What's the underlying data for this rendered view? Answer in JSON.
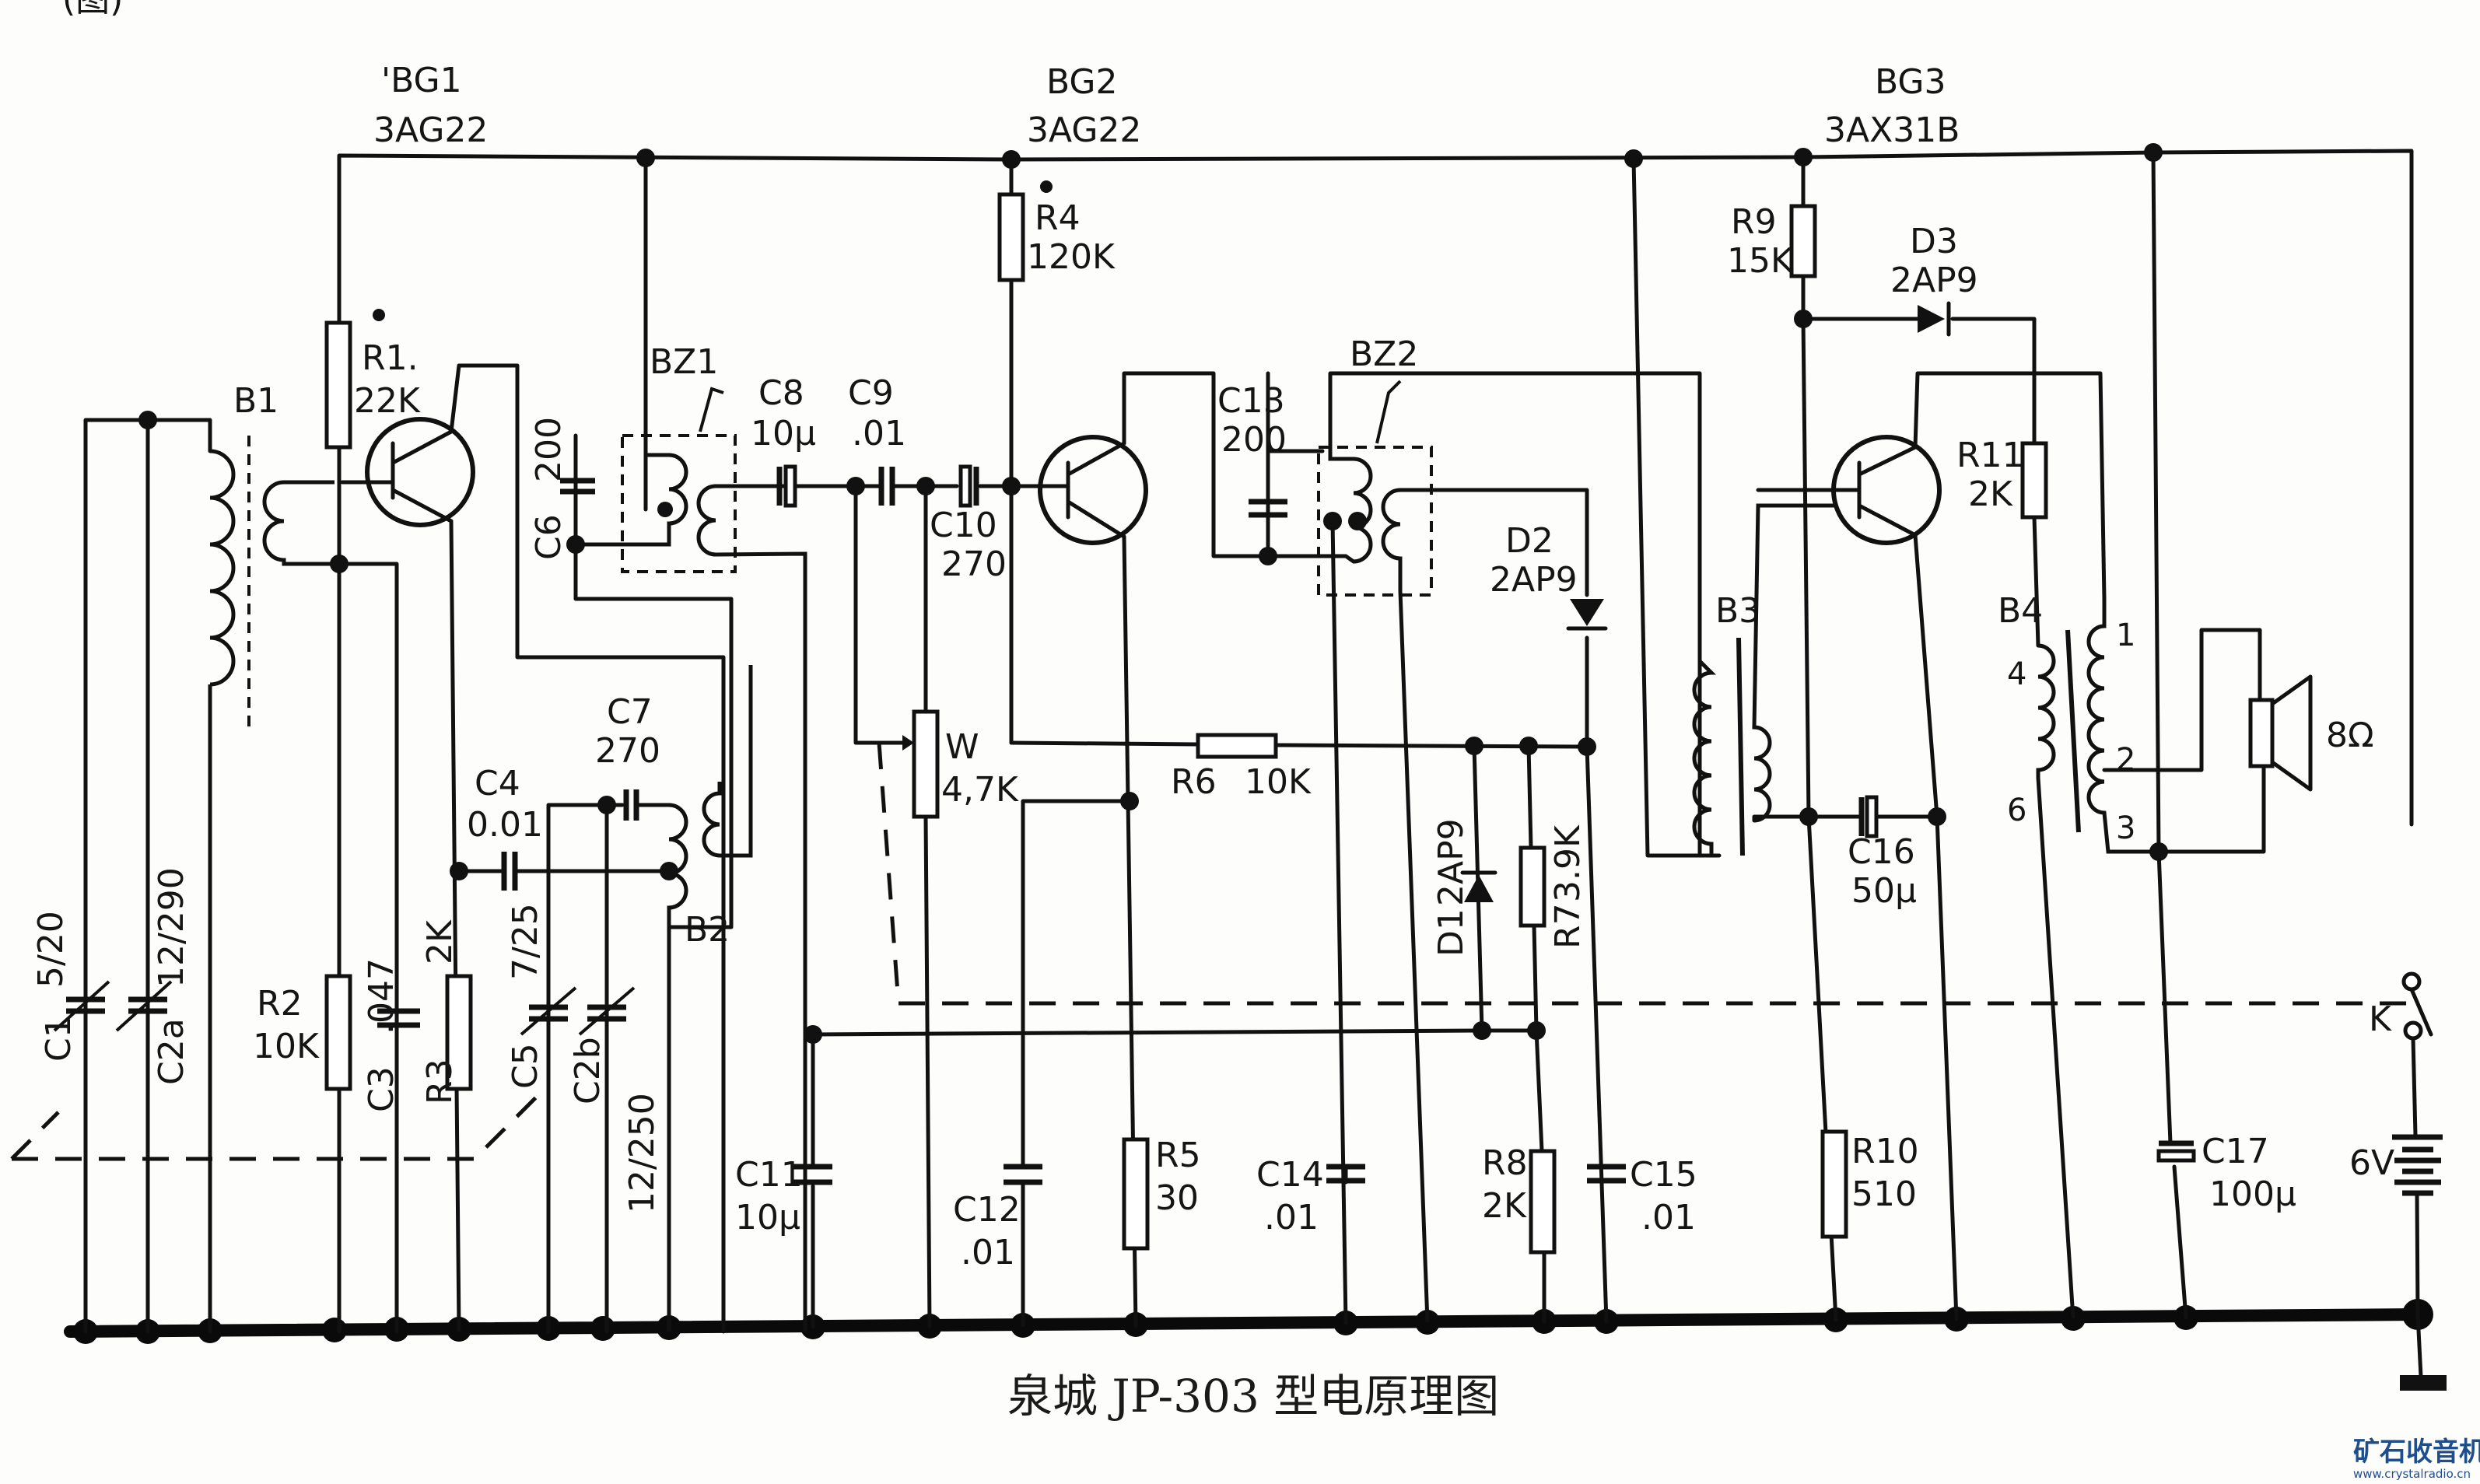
{
  "title": "泉城 JP-303 型电原理图",
  "corner_fragment": "(图)",
  "watermark": {
    "name": "矿石收音机",
    "url": "www.crystalradio.cn",
    "color": "#1f4e8c"
  },
  "transistors": [
    {
      "id": "BG1",
      "ref": "'BG1",
      "type": "3AG22"
    },
    {
      "id": "BG2",
      "ref": "BG2",
      "type": "3AG22"
    },
    {
      "id": "BG3",
      "ref": "BG3",
      "type": "3AX31B"
    }
  ],
  "resistors": [
    {
      "ref": "R1.",
      "value": "22K"
    },
    {
      "ref": "R2",
      "value": "10K"
    },
    {
      "ref": "R3",
      "value": "2K"
    },
    {
      "ref": "R4",
      "value": "120K"
    },
    {
      "ref": "R5",
      "value": "30"
    },
    {
      "ref": "R6",
      "value": "10K"
    },
    {
      "ref": "R7",
      "value": "3.9K"
    },
    {
      "ref": "R8",
      "value": "2K"
    },
    {
      "ref": "R9",
      "value": "15K"
    },
    {
      "ref": "R10",
      "value": "510"
    },
    {
      "ref": "R11",
      "value": "2K"
    }
  ],
  "potentiometer": {
    "ref": "W",
    "value": "4,7K"
  },
  "capacitors": [
    {
      "ref": "C1",
      "value": "5/20"
    },
    {
      "ref": "C2a",
      "value": "12/290"
    },
    {
      "ref": "C2b",
      "value": "12/250"
    },
    {
      "ref": "C3",
      "value": ".047"
    },
    {
      "ref": "C4",
      "value": "0.01"
    },
    {
      "ref": "C5",
      "value": "7/25"
    },
    {
      "ref": "C6",
      "value": "200"
    },
    {
      "ref": "C7",
      "value": "270"
    },
    {
      "ref": "C8",
      "value": "10μ"
    },
    {
      "ref": "C9",
      "value": ".01"
    },
    {
      "ref": "C10",
      "value": "270"
    },
    {
      "ref": "C11",
      "value": "10μ"
    },
    {
      "ref": "C12",
      "value": ".01"
    },
    {
      "ref": "C13",
      "value": "200"
    },
    {
      "ref": "C14",
      "value": ".01"
    },
    {
      "ref": "C15",
      "value": ".01"
    },
    {
      "ref": "C16",
      "value": "50μ"
    },
    {
      "ref": "C17",
      "value": "100μ"
    }
  ],
  "diodes": [
    {
      "ref": "D1",
      "type": "2AP9"
    },
    {
      "ref": "D2",
      "type": "2AP9"
    },
    {
      "ref": "D3",
      "type": "2AP9"
    }
  ],
  "transformers": [
    {
      "ref": "B1"
    },
    {
      "ref": "B2"
    },
    {
      "ref": "B3"
    },
    {
      "ref": "B4"
    }
  ],
  "if_transformers": [
    {
      "ref": "BZ1"
    },
    {
      "ref": "BZ2"
    }
  ],
  "b4_pins": [
    "1",
    "2",
    "3",
    "4",
    "6"
  ],
  "speaker": {
    "impedance": "8Ω"
  },
  "switch": {
    "ref": "K"
  },
  "battery": {
    "voltage": "6V"
  }
}
